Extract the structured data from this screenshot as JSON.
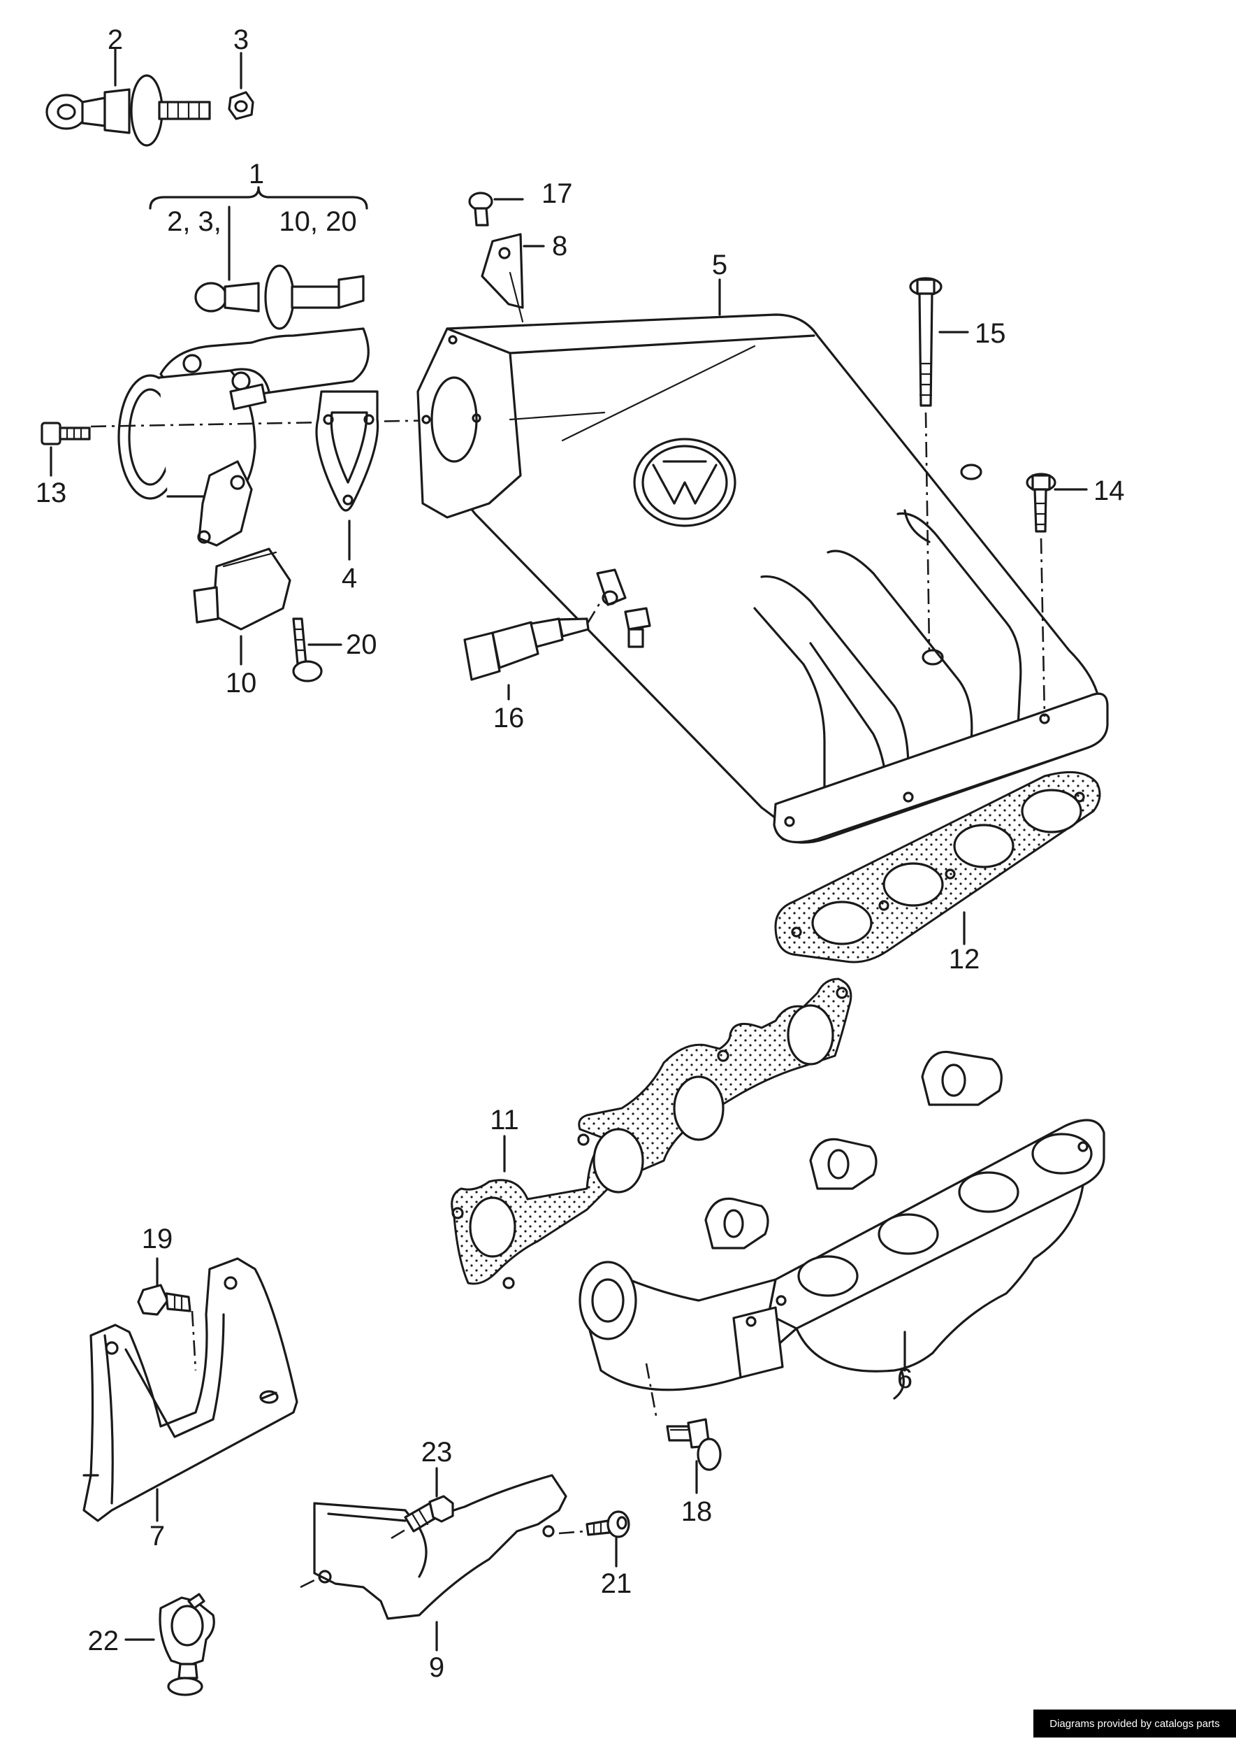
{
  "credit": "Diagrams provided by catalogs parts",
  "callouts": {
    "c1": "1",
    "c1_detail_left": "2, 3,",
    "c1_detail_right": "10, 20",
    "c2": "2",
    "c3": "3",
    "c4": "4",
    "c5": "5",
    "c6": "6",
    "c7": "7",
    "c8": "8",
    "c9": "9",
    "c10": "10",
    "c11": "11",
    "c12": "12",
    "c13": "13",
    "c14": "14",
    "c15": "15",
    "c16": "16",
    "c17": "17",
    "c18": "18",
    "c19": "19",
    "c20": "20",
    "c21": "21",
    "c22": "22",
    "c23": "23"
  }
}
